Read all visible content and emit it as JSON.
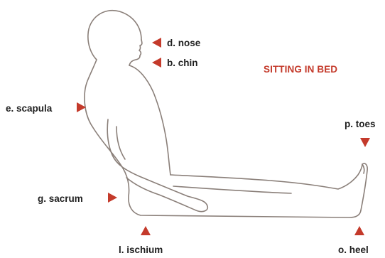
{
  "title": "SITTING IN BED",
  "colors": {
    "accent": "#c43a2b",
    "outline": "#8a7f79",
    "label": "#1f1f1f"
  },
  "labels": {
    "nose": "d. nose",
    "chin": "b. chin",
    "scapula": "e. scapula",
    "toes": "p. toes",
    "sacrum": "g. sacrum",
    "ischium": "l. ischium",
    "heel": "o. heel"
  }
}
